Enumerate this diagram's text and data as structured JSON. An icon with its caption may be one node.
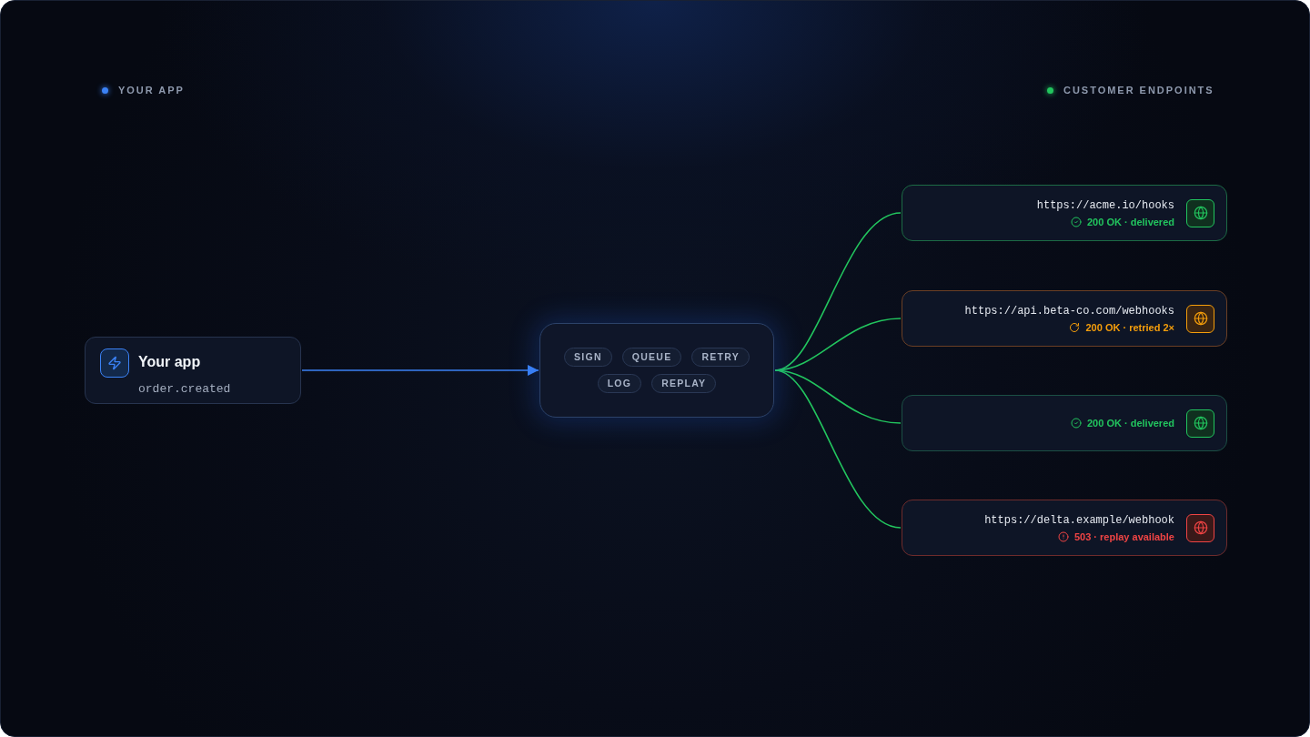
{
  "diagram": {
    "nodes": [
      {
        "text": [
          "Your app",
          "order.created"
        ]
      },
      {
        "text": [],
        "shape": "box"
      },
      {
        "text": [
          "SIGN"
        ],
        "in": 1
      },
      {
        "text": [
          "QUEUE"
        ],
        "in": 1
      },
      {
        "text": [
          "RETRY"
        ],
        "in": 1
      },
      {
        "text": [
          "LOG"
        ],
        "in": 1
      },
      {
        "text": [
          "REPLAY"
        ],
        "in": 1
      },
      {
        "text": [
          "https://acme.io/hooks",
          "200 OK · delivered"
        ]
      },
      {
        "text": [
          "https://api.beta-co.com/webhooks",
          "200 OK · retried 2×"
        ]
      },
      {
        "text": [
          "200 OK · delivered"
        ]
      },
      {
        "text": [
          "https://delta.example/webhook",
          "503 · replay available"
        ]
      }
    ],
    "edges": [
      {
        "from": 0,
        "to": 1,
        "arrow": "to",
        "color": "#3b82f6"
      },
      {
        "from": 1,
        "to": 7,
        "arrow": "none"
      },
      {
        "from": 1,
        "to": 8,
        "arrow": "none"
      },
      {
        "from": 1,
        "to": 9,
        "arrow": "none"
      },
      {
        "from": 1,
        "to": 10,
        "arrow": "none"
      }
    ],
    "labels": [
      "YOUR APP",
      "CUSTOMER ENDPOINTS"
    ]
  }
}
